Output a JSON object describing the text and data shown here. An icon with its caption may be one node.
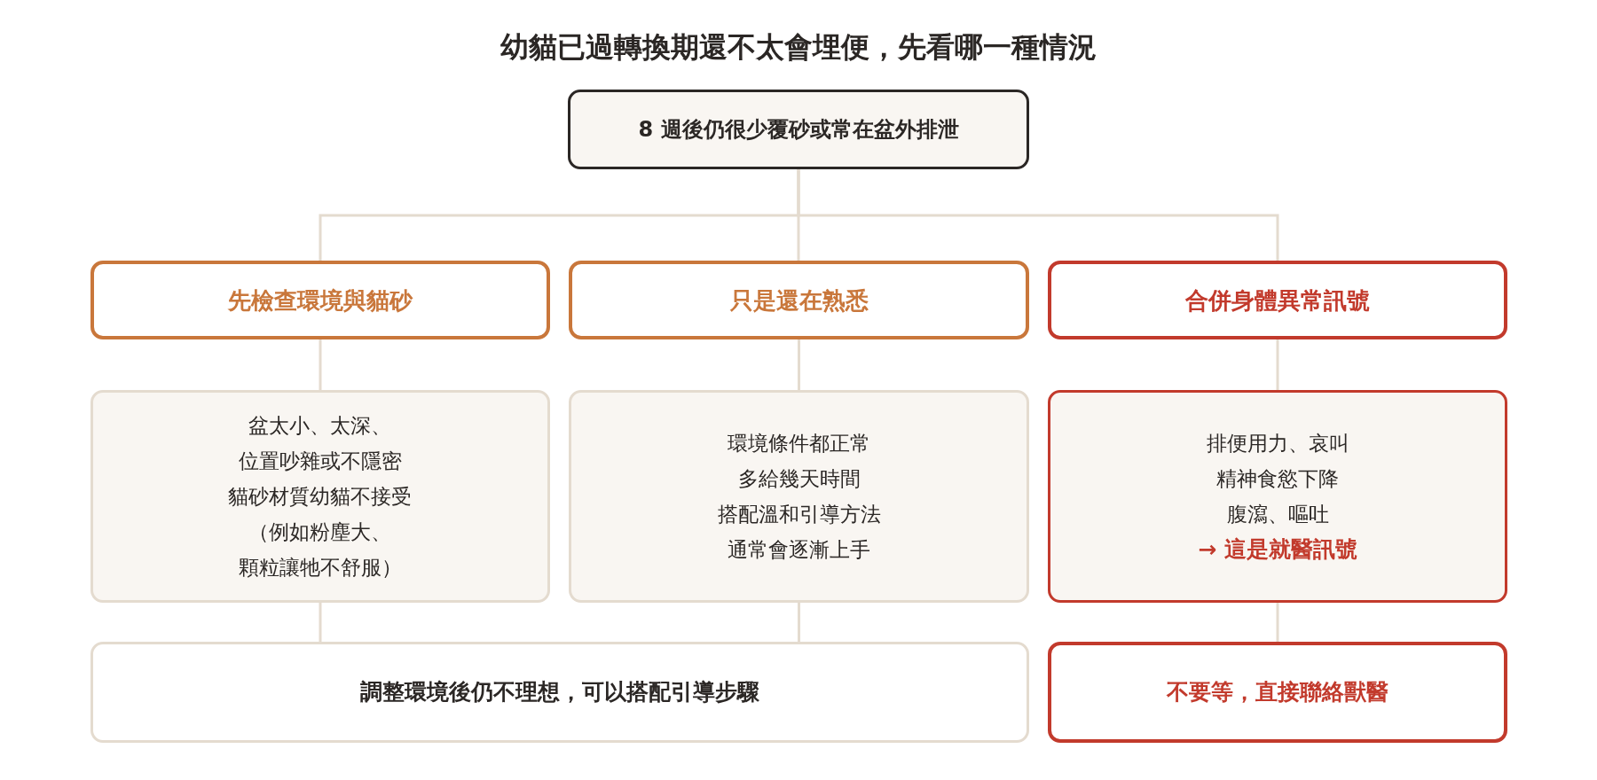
{
  "diagram": {
    "title": "幼貓已過轉換期還不太會埋便，先看哪一種情況",
    "nodes": [
      {
        "text": [
          "8 週後仍很少覆砂或常在盆外排泄"
        ]
      },
      {
        "text": [
          "先檢查環境與貓砂"
        ]
      },
      {
        "text": [
          "只是還在熟悉"
        ]
      },
      {
        "text": [
          "合併身體異常訊號"
        ]
      },
      {
        "text": [
          "盆太小、太深、位置吵雜或不隱密",
          "貓砂材質幼貓不接受（例如粉塵大、顆粒讓牠不舒服）"
        ]
      },
      {
        "text": [
          "環境條件都正常",
          "多給幾天時間",
          "搭配溫和引導方法",
          "通常會逐漸上手"
        ]
      },
      {
        "text": [
          "排便用力、哀叫",
          "精神食慾下降",
          "腹瀉、嘔吐",
          "→ 這是就醫訊號"
        ]
      },
      {
        "text": [
          "調整環境後仍不理想，可以搭配引導步驟"
        ]
      },
      {
        "text": [
          "不要等，直接聯絡獸醫"
        ]
      }
    ],
    "edges": [
      {
        "from": 0,
        "to": 1,
        "arrow": "none"
      },
      {
        "from": 0,
        "to": 2,
        "arrow": "none"
      },
      {
        "from": 0,
        "to": 3,
        "arrow": "none"
      },
      {
        "from": 1,
        "to": 4,
        "arrow": "none"
      },
      {
        "from": 2,
        "to": 5,
        "arrow": "none"
      },
      {
        "from": 3,
        "to": 6,
        "arrow": "none"
      },
      {
        "from": 4,
        "to": 7,
        "arrow": "none"
      },
      {
        "from": 5,
        "to": 7,
        "arrow": "none"
      },
      {
        "from": 6,
        "to": 8,
        "arrow": "none"
      }
    ]
  }
}
